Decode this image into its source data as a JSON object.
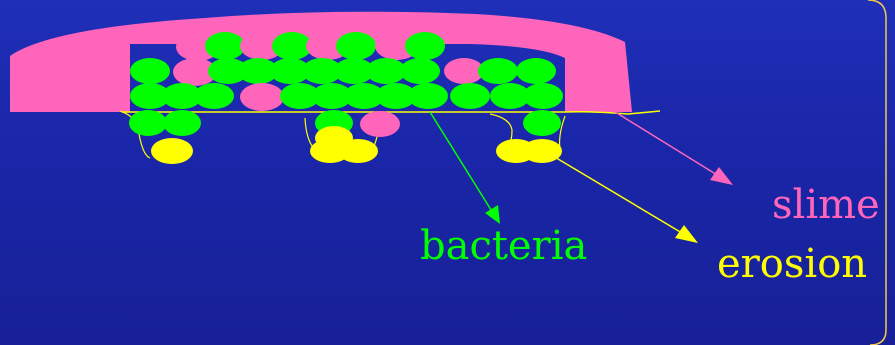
{
  "labels": {
    "slime": "slime",
    "bacteria": "bacteria",
    "erosion": "erosion"
  },
  "colors": {
    "background": "#1a26a8",
    "slime": "#ff66bb",
    "bacteria": "#00ff00",
    "erosion": "#ffff00",
    "frame": "#f2c94c"
  }
}
